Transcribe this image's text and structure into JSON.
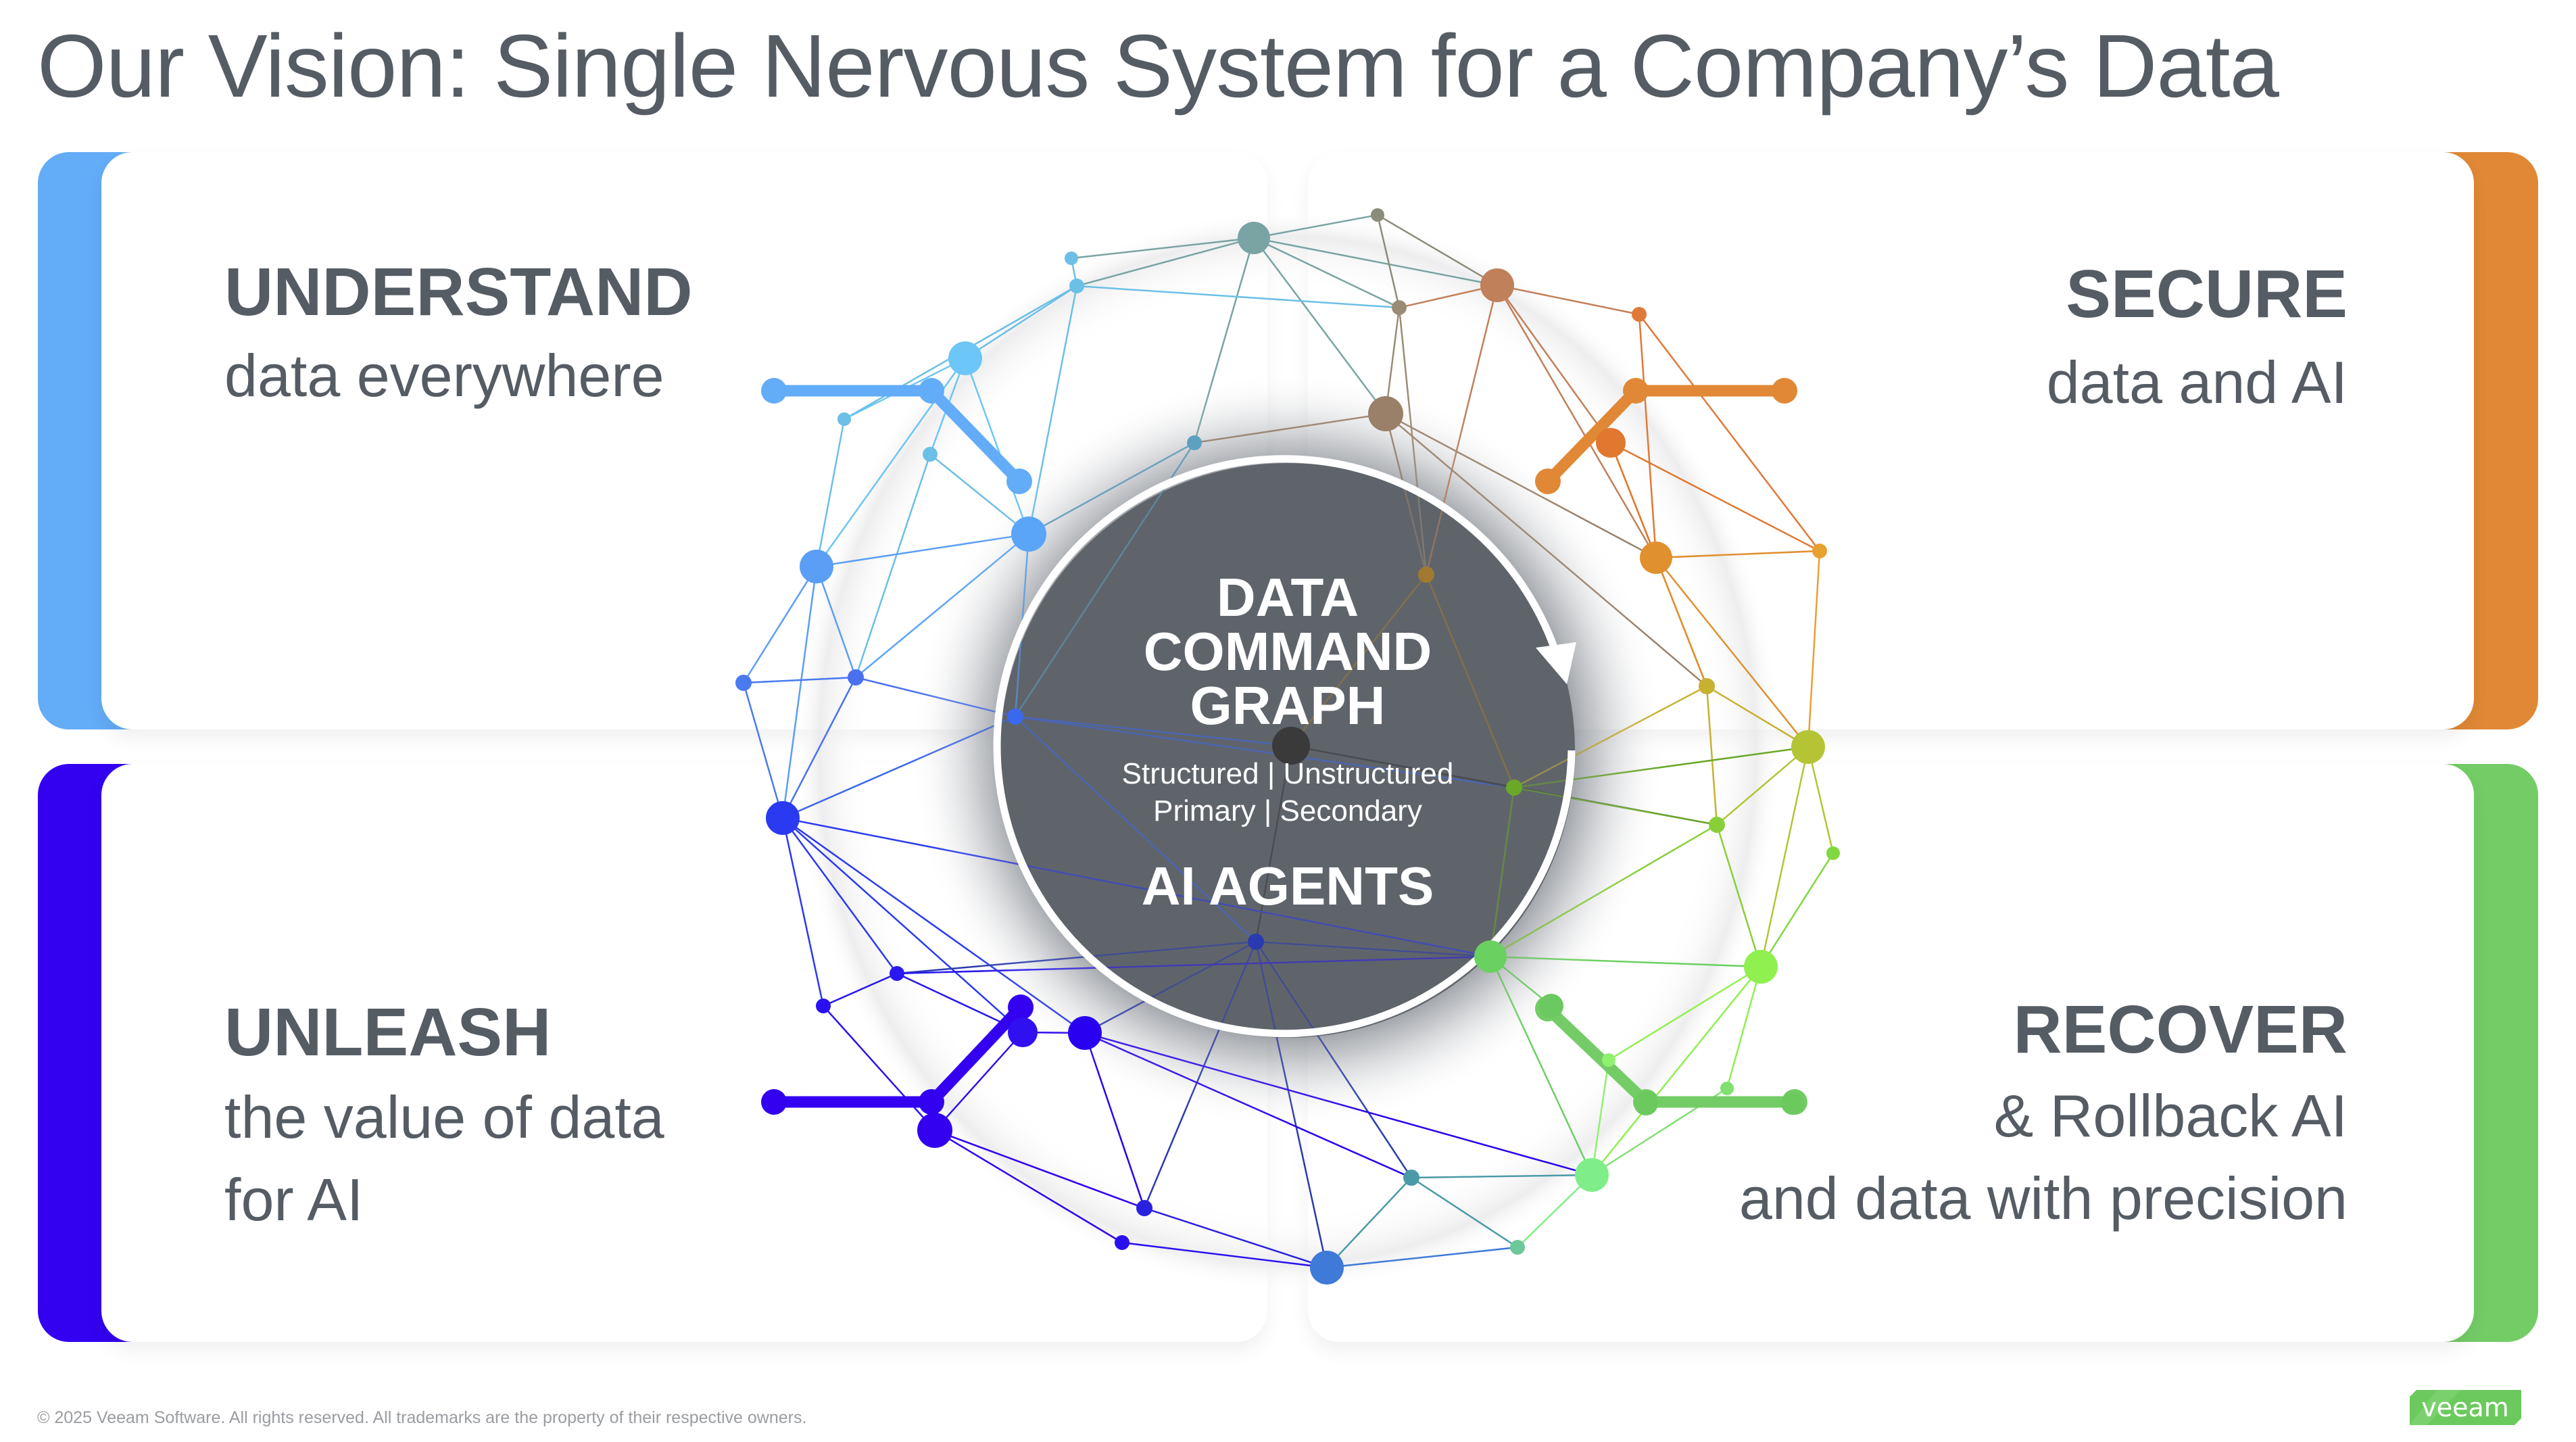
{
  "title": "Our Vision: Single Nervous System for a Company’s Data",
  "quadrants": {
    "understand": {
      "heading": "UNDERSTAND",
      "lines": [
        "data everywhere"
      ],
      "color": "#63acf7"
    },
    "secure": {
      "heading": "SECURE",
      "lines": [
        "data and AI"
      ],
      "color": "#e08836"
    },
    "unleash": {
      "heading": "UNLEASH",
      "lines": [
        "the value of data",
        "for AI"
      ],
      "color": "#3300f0"
    },
    "recover": {
      "heading": "RECOVER",
      "lines": [
        "& Rollback AI",
        "and data with precision"
      ],
      "color": "#73cc66"
    }
  },
  "center": {
    "title_lines": [
      "DATA",
      "COMMAND",
      "GRAPH"
    ],
    "subtitle_lines": [
      "Structured | Unstructured",
      "Primary | Secondary"
    ],
    "agents_label": "AI AGENTS",
    "fill_color": "#5f646b",
    "icon": "cycle-arrow-icon"
  },
  "footer": {
    "copyright": "© 2025 Veeam Software. All rights reserved. All trademarks are the property of their respective owners."
  },
  "logo": {
    "text": "veeam",
    "color": "#6cc95e"
  }
}
